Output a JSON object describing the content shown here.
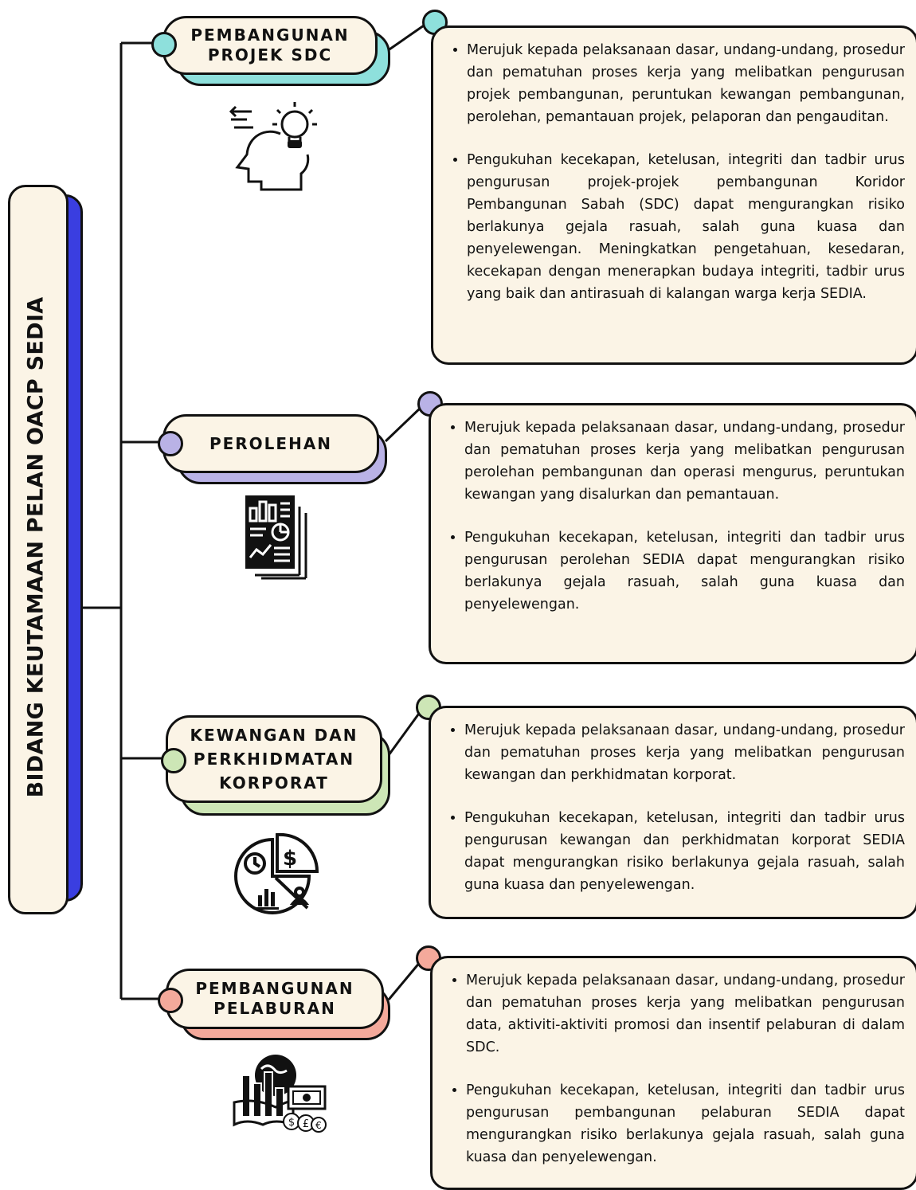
{
  "title": "BIDANG KEUTAMAAN PELAN OACP SEDIA",
  "colors": {
    "banner_shadow": "#3a3ee0",
    "cream": "#fbf4e6",
    "teal": "#8ee0dc",
    "lavender": "#b9b2e6",
    "green": "#cde6b6",
    "pink": "#f4a99b"
  },
  "sections": [
    {
      "label_lines": [
        "PEMBANGUNAN",
        "PROJEK SDC"
      ],
      "accent": "#8ee0dc",
      "icon": "head-lightbulb-icon",
      "bullets": [
        "Merujuk kepada pelaksanaan dasar, undang-undang, prosedur dan pematuhan proses kerja yang melibatkan pengurusan projek pembangunan, peruntukan kewangan pembangunan, perolehan, pemantauan projek, pelaporan dan pengauditan.",
        "Pengukuhan kecekapan, ketelusan, integriti dan tadbir urus pengurusan projek-projek pembangunan Koridor Pembangunan Sabah (SDC) dapat mengurangkan risiko berlakunya gejala rasuah, salah guna kuasa dan penyelewengan. Meningkatkan pengetahuan, kesedaran, kecekapan dengan menerapkan budaya integriti, tadbir urus yang baik dan antirasuah di kalangan warga kerja SEDIA."
      ]
    },
    {
      "label_lines": [
        "PEROLEHAN"
      ],
      "accent": "#b9b2e6",
      "icon": "report-document-icon",
      "bullets": [
        "Merujuk kepada pelaksanaan dasar, undang-undang, prosedur dan pematuhan proses kerja yang melibatkan pengurusan perolehan pembangunan dan operasi mengurus, peruntukan kewangan yang disalurkan dan pemantauan.",
        "Pengukuhan kecekapan, ketelusan, integriti dan tadbir urus pengurusan perolehan SEDIA dapat mengurangkan risiko berlakunya gejala rasuah, salah guna kuasa dan penyelewengan."
      ]
    },
    {
      "label_lines": [
        "KEWANGAN DAN",
        "PERKHIDMATAN",
        "KORPORAT"
      ],
      "accent": "#cde6b6",
      "icon": "finance-pie-icon",
      "bullets": [
        "Merujuk kepada pelaksanaan dasar, undang-undang, prosedur dan pematuhan proses kerja yang melibatkan pengurusan kewangan dan perkhidmatan korporat.",
        "Pengukuhan kecekapan, ketelusan, integriti dan tadbir urus pengurusan kewangan dan perkhidmatan korporat SEDIA dapat mengurangkan risiko berlakunya gejala rasuah, salah guna kuasa dan penyelewengan."
      ]
    },
    {
      "label_lines": [
        "PEMBANGUNAN",
        "PELABURAN"
      ],
      "accent": "#f4a99b",
      "icon": "investment-globe-icon",
      "bullets": [
        "Merujuk kepada pelaksanaan dasar, undang-undang, prosedur dan pematuhan proses kerja yang melibatkan pengurusan data, aktiviti-aktiviti promosi dan insentif pelaburan di dalam SDC.",
        "Pengukuhan kecekapan, ketelusan, integriti dan tadbir urus pengurusan pembangunan pelaburan SEDIA dapat mengurangkan risiko berlakunya gejala rasuah, salah guna kuasa dan penyelewengan."
      ]
    }
  ]
}
